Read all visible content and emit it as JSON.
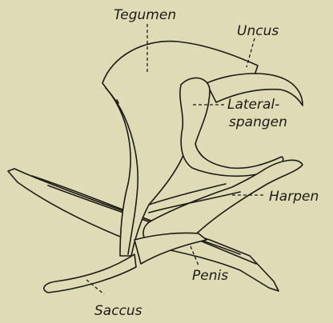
{
  "diagram": {
    "labels": {
      "tegumen": "Tegumen",
      "uncus": "Uncus",
      "lateral_1": "Lateral-",
      "lateral_2": "spangen",
      "harpen": "Harpen",
      "penis": "Penis",
      "saccus": "Saccus"
    },
    "colors": {
      "background": "#dfdbb7",
      "ink": "#1e1b15"
    }
  }
}
